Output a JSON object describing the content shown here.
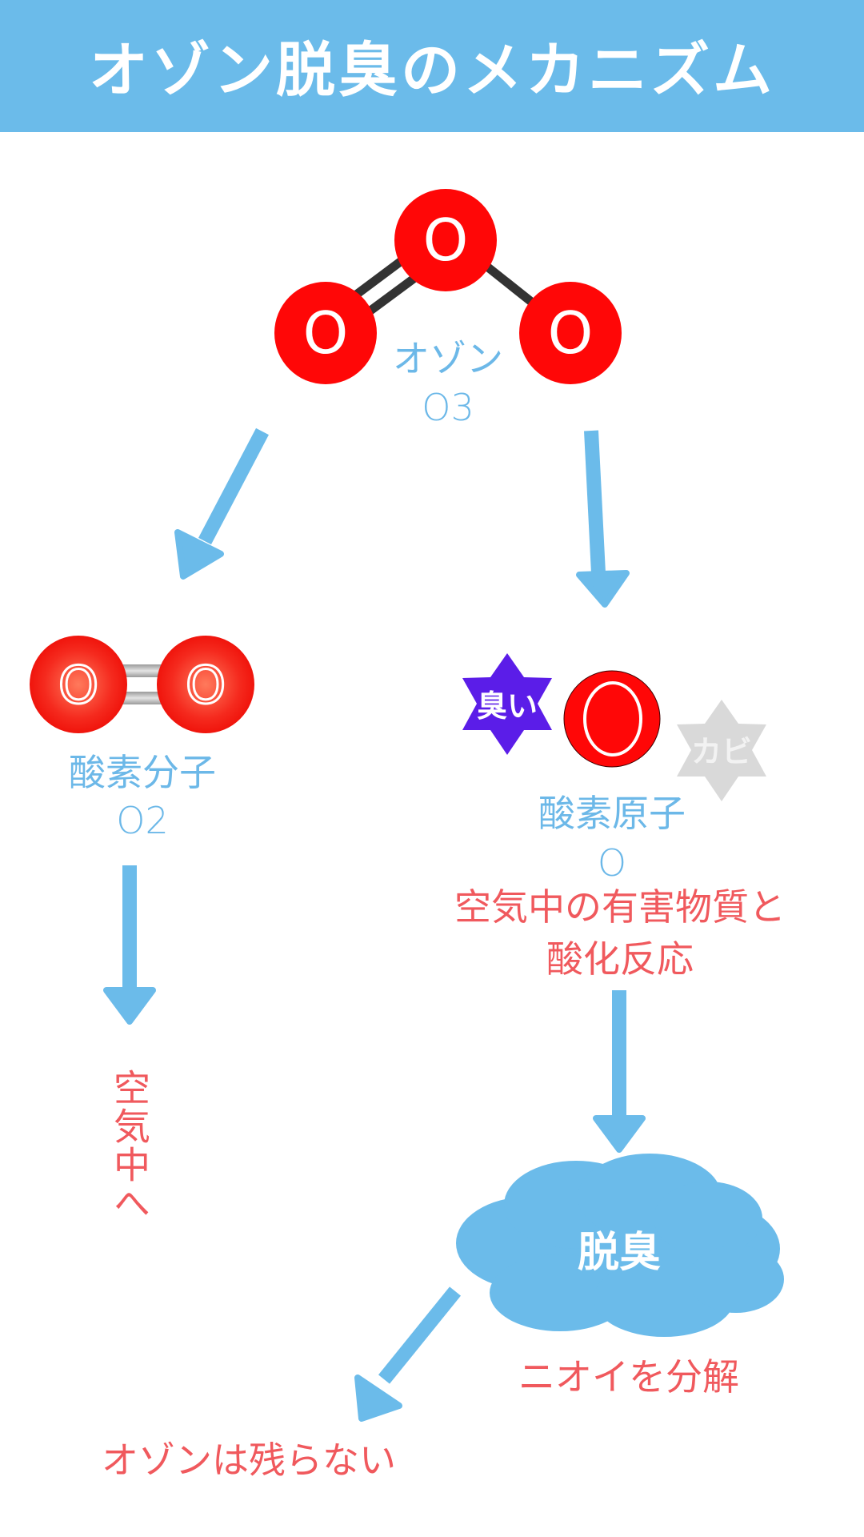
{
  "header": {
    "title": "オゾン脱臭のメカニズム"
  },
  "colors": {
    "header_bg": "#6bbbea",
    "arrow": "#6bbbea",
    "atom_red": "#ff0000",
    "label_blue": "#6cb8e8",
    "label_red": "#f0595d",
    "odor_badge": "#5b1de8",
    "mold_badge": "#d9d9d9"
  },
  "ozone": {
    "atom_symbol": "O",
    "name": "オゾン",
    "formula": "O3"
  },
  "oxygen_molecule": {
    "atom_symbol": "O",
    "name": "酸素分子",
    "formula": "O2",
    "destination": "空気中へ"
  },
  "oxygen_atom": {
    "atom_symbol": "O",
    "name": "酸素原子",
    "formula": "O",
    "reaction_line1": "空気中の有害物質と",
    "reaction_line2": "酸化反応",
    "badges": [
      {
        "label": "臭い"
      },
      {
        "label": "カビ"
      }
    ]
  },
  "deodorize": {
    "label": "脱臭",
    "description": "ニオイを分解"
  },
  "result": {
    "text": "オゾンは残らない"
  }
}
